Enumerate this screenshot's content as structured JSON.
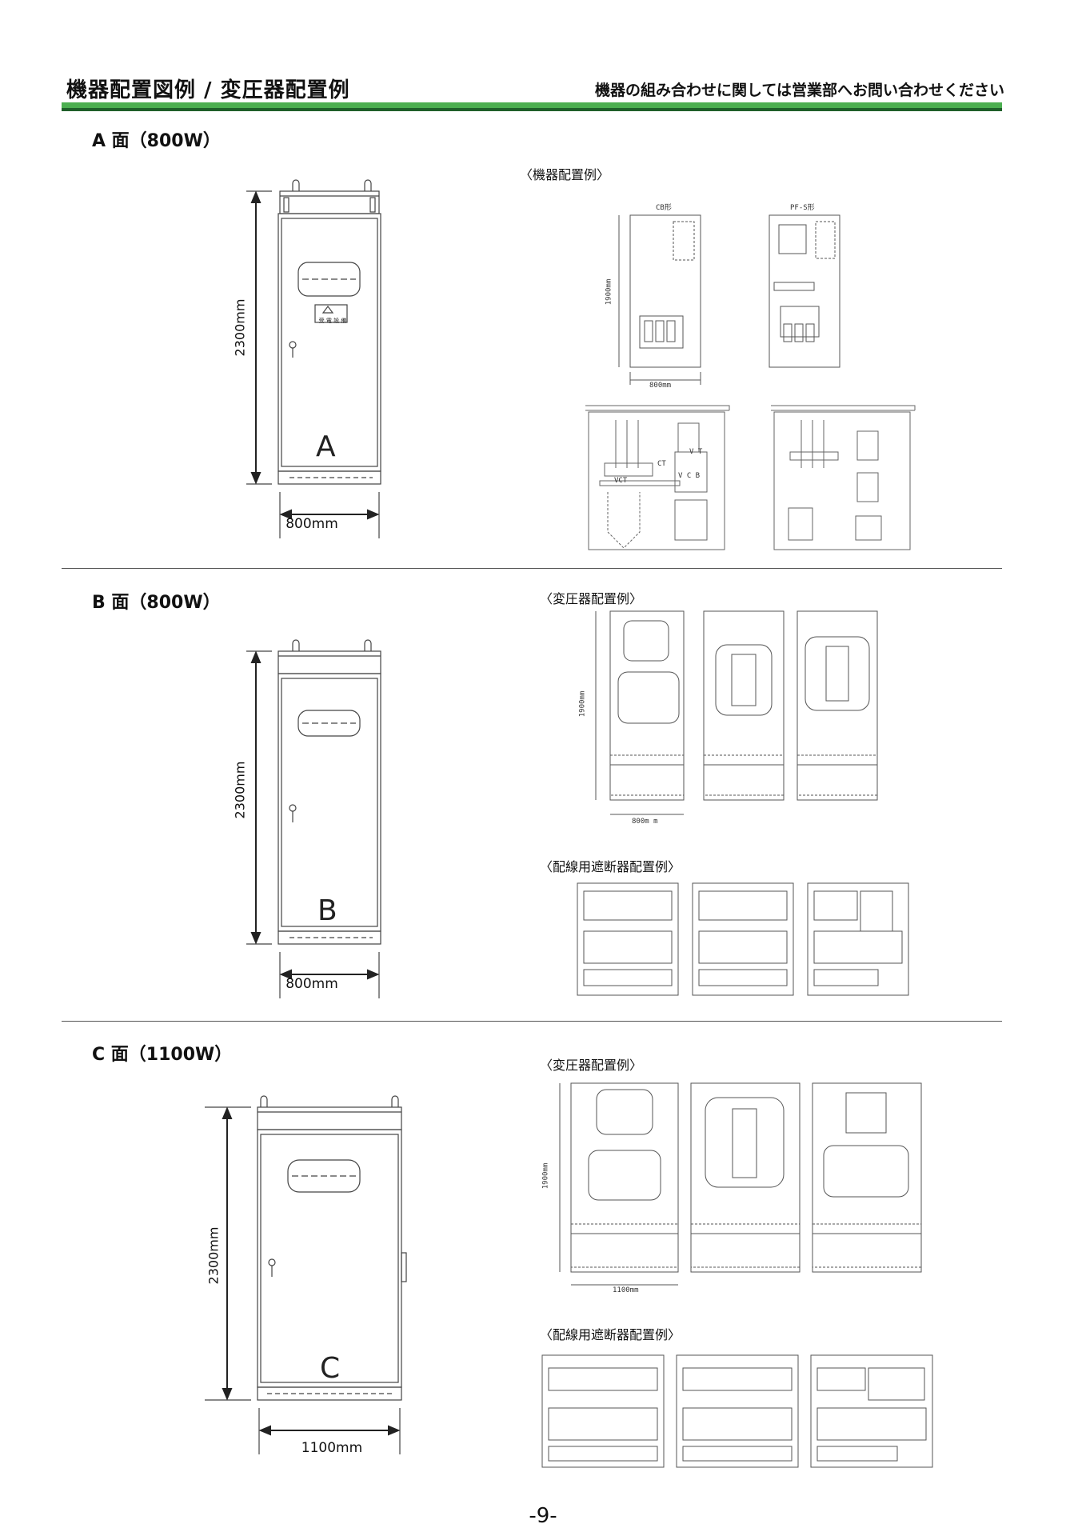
{
  "header": {
    "title": "機器配置図例 / 変圧器配置例",
    "note": "機器の組み合わせに関しては営業部へお問い合わせください"
  },
  "sections": {
    "a": {
      "heading": "A 面（800W）",
      "panel_letter": "A",
      "height_label": "2300mm",
      "width_label": "800mm",
      "warning_label": "受 電 設 備",
      "equipment_title": "〈機器配置例〉",
      "cb_label": "CB形",
      "pfs_label": "PF-S形",
      "inner_height": "1900mm",
      "inner_width": "800mm",
      "vct_label": "VCT",
      "ct_label": "CT",
      "vt_label": "V T",
      "vcb_label": "V C B"
    },
    "b": {
      "heading": "B 面（800W）",
      "panel_letter": "B",
      "height_label": "2300mm",
      "width_label": "800mm",
      "transformer_title": "〈変圧器配置例〉",
      "inner_height": "1900mm",
      "inner_width": "800m m",
      "breaker_title": "〈配線用遮断器配置例〉"
    },
    "c": {
      "heading": "C 面（1100W）",
      "panel_letter": "C",
      "height_label": "2300mm",
      "width_label": "1100mm",
      "transformer_title": "〈変圧器配置例〉",
      "inner_height": "1900mm",
      "inner_width": "1100mm",
      "breaker_title": "〈配線用遮断器配置例〉"
    }
  },
  "page_number": "-9-"
}
